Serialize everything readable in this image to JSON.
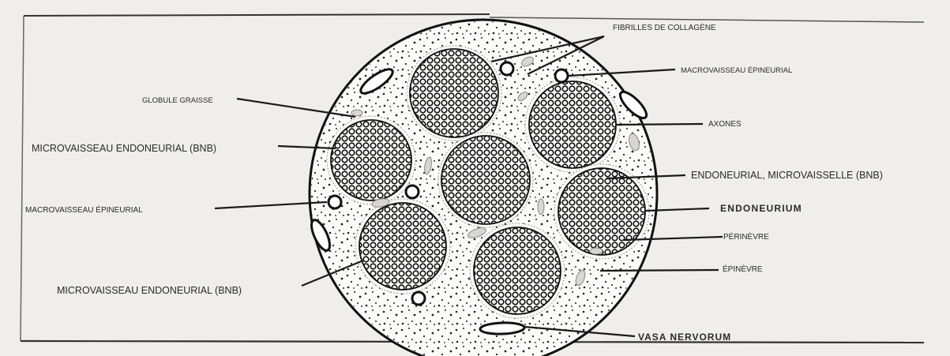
{
  "labels": {
    "fibrilles": "FIBRILLES DE COLLAGÈNE",
    "macro_epi_right": "MACROVAISSEAU ÉPINEURIAL",
    "globule": "GLOBULE GRAISSE",
    "axones": "AXONES",
    "micro_endo_top": "MICROVAISSEAU ENDONEURIAL (BNB)",
    "endo_micro": "ENDONEURIAL, MICROVAISSELLE (BNB)",
    "macro_epi_left": "MACROVAISSEAU ÉPINEURIAL",
    "endoneurium": "ENDONEURIUM",
    "perinevre": "PÉRINÈVRE",
    "epinevre": "ÉPINÈVRE",
    "micro_endo_bottom": "MICROVAISSEAU ENDONEURIAL (BNB)",
    "vasa": "VASA NERVORUM"
  }
}
